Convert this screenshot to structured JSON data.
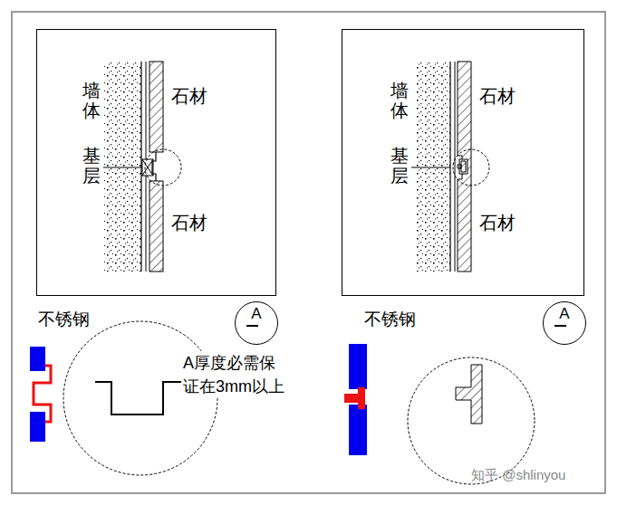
{
  "diagram": {
    "nodes": [
      {
        "text": [
          "墙体",
          "基层",
          "石材",
          "石材"
        ]
      },
      {
        "text": [
          "墙体",
          "基层",
          "石材",
          "石材"
        ]
      },
      {
        "text": [
          "A"
        ]
      },
      {
        "text": [
          "A"
        ]
      }
    ],
    "labels": [
      "不锈钢",
      "A厚度必需保证在3mm以上",
      "不锈钢",
      "知乎 @shlinyou"
    ]
  }
}
